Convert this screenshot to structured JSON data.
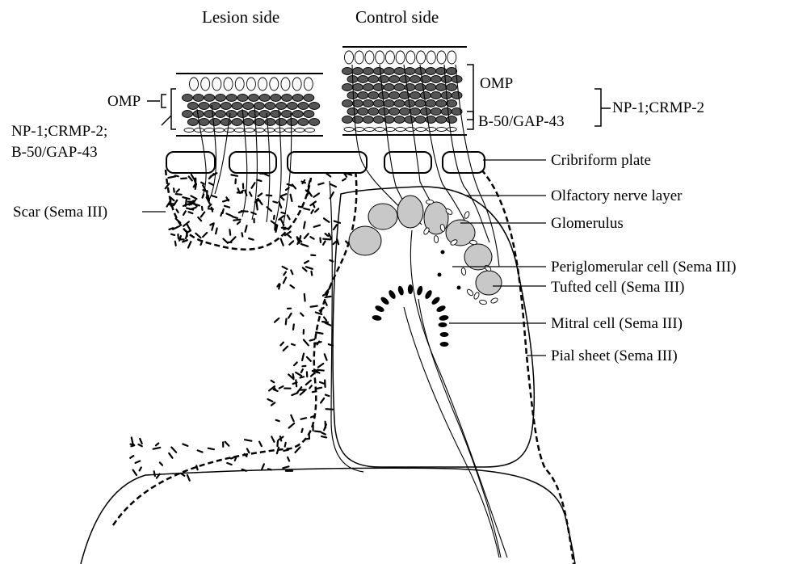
{
  "headings": {
    "lesion_side": "Lesion side",
    "control_side": "Control side"
  },
  "labels": {
    "omp_left": "OMP",
    "np1_crmp2_left": "NP-1;CRMP-2;",
    "b50_gap43_left": "B-50/GAP-43",
    "scar": "Scar (Sema III)",
    "omp_right": "OMP",
    "b50_gap43_right": "B-50/GAP-43",
    "np1_crmp2_right": "NP-1;CRMP-2",
    "cribriform_plate": "Cribriform plate",
    "olfactory_nerve_layer": "Olfactory nerve layer",
    "glomerulus": "Glomerulus",
    "periglomerular_cell": "Periglomerular cell (Sema III)",
    "tufted_cell": "Tufted cell (Sema III)",
    "mitral_cell": "Mitral  cell (Sema III)",
    "pial_sheet": "Pial sheet (Sema III)"
  }
}
